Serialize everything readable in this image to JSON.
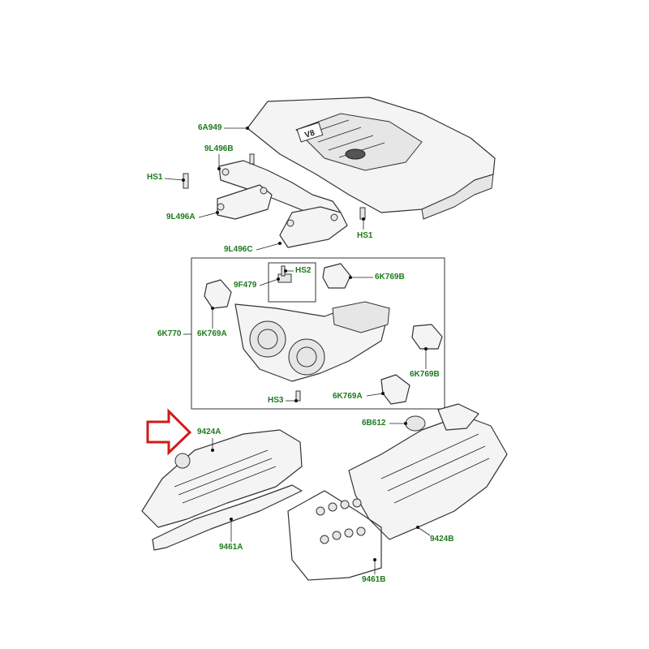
{
  "labels": {
    "l6A949": "6A949",
    "l9L496B": "9L496B",
    "lHS1_left": "HS1",
    "l9L496A": "9L496A",
    "lHS1_right": "HS1",
    "l9L496C": "9L496C",
    "lHS2": "HS2",
    "l9F479": "9F479",
    "l6K769B_top": "6K769B",
    "l6K770": "6K770",
    "l6K769A_left": "6K769A",
    "l6K769B_right": "6K769B",
    "lHS3": "HS3",
    "l6K769A_bottom": "6K769A",
    "l9424A": "9424A",
    "l6B612": "6B612",
    "l9461A": "9461A",
    "l9424B": "9424B",
    "l9461B": "9461B"
  },
  "cover_badge": "V8",
  "colors": {
    "label_green": "#1e7a1e",
    "arrow_red": "#d11a1a",
    "line": "#222222"
  }
}
